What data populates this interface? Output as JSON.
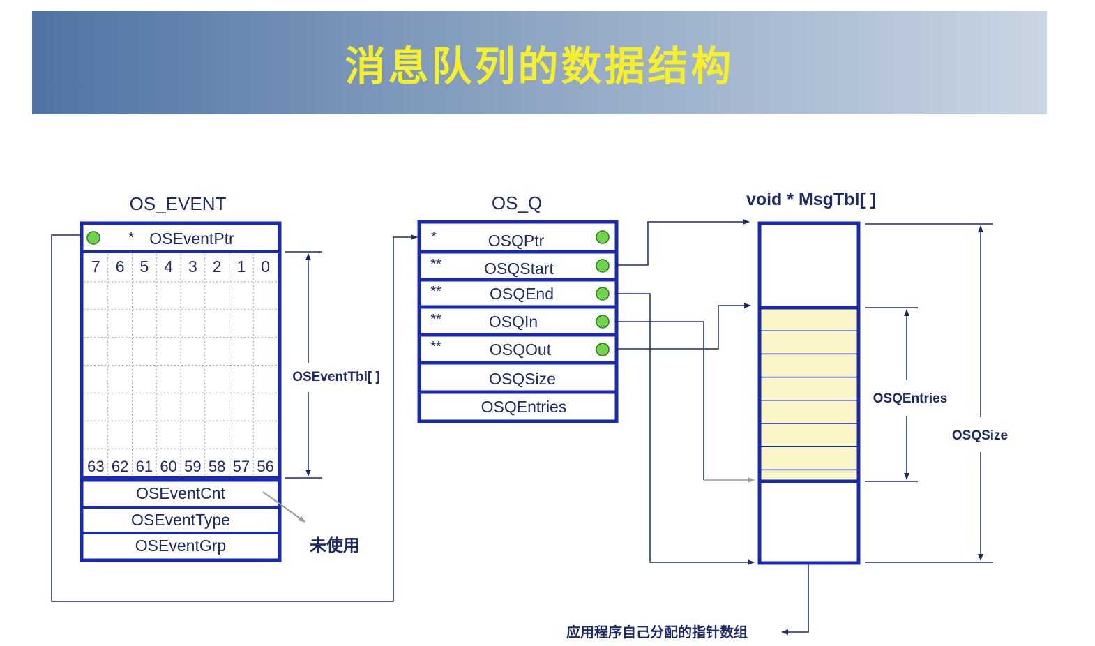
{
  "title": "消息队列的数据结构",
  "os_event": {
    "header": "OS_EVENT",
    "ptr_star": "*",
    "ptr_label": "OSEventPtr",
    "top_bits": [
      "7",
      "6",
      "5",
      "4",
      "3",
      "2",
      "1",
      "0"
    ],
    "bottom_bits": [
      "63",
      "62",
      "61",
      "60",
      "59",
      "58",
      "57",
      "56"
    ],
    "tbl_label": "OSEventTbl[ ]",
    "fields": [
      "OSEventCnt",
      "OSEventType",
      "OSEventGrp"
    ],
    "unused_label": "未使用"
  },
  "os_q": {
    "header": "OS_Q",
    "pointer_fields": [
      {
        "stars": "*",
        "label": "OSQPtr"
      },
      {
        "stars": "**",
        "label": "OSQStart"
      },
      {
        "stars": "**",
        "label": "OSQEnd"
      },
      {
        "stars": "**",
        "label": "OSQIn"
      },
      {
        "stars": "**",
        "label": "OSQOut"
      }
    ],
    "value_fields": [
      "OSQSize",
      "OSQEntries"
    ]
  },
  "msg_tbl": {
    "header": "void * MsgTbl[ ]",
    "entries_label": "OSQEntries",
    "size_label": "OSQSize",
    "caption": "应用程序自己分配的指针数组",
    "filled_slots": 7
  },
  "colors": {
    "title": "#f6ef2c",
    "box_border": "#1a2ab0",
    "line": "#1c2a66",
    "dot": "#6fd34b",
    "filled": "#fbf6c8",
    "banner_start": "#4f74a4",
    "banner_end": "#c9d5e2"
  }
}
